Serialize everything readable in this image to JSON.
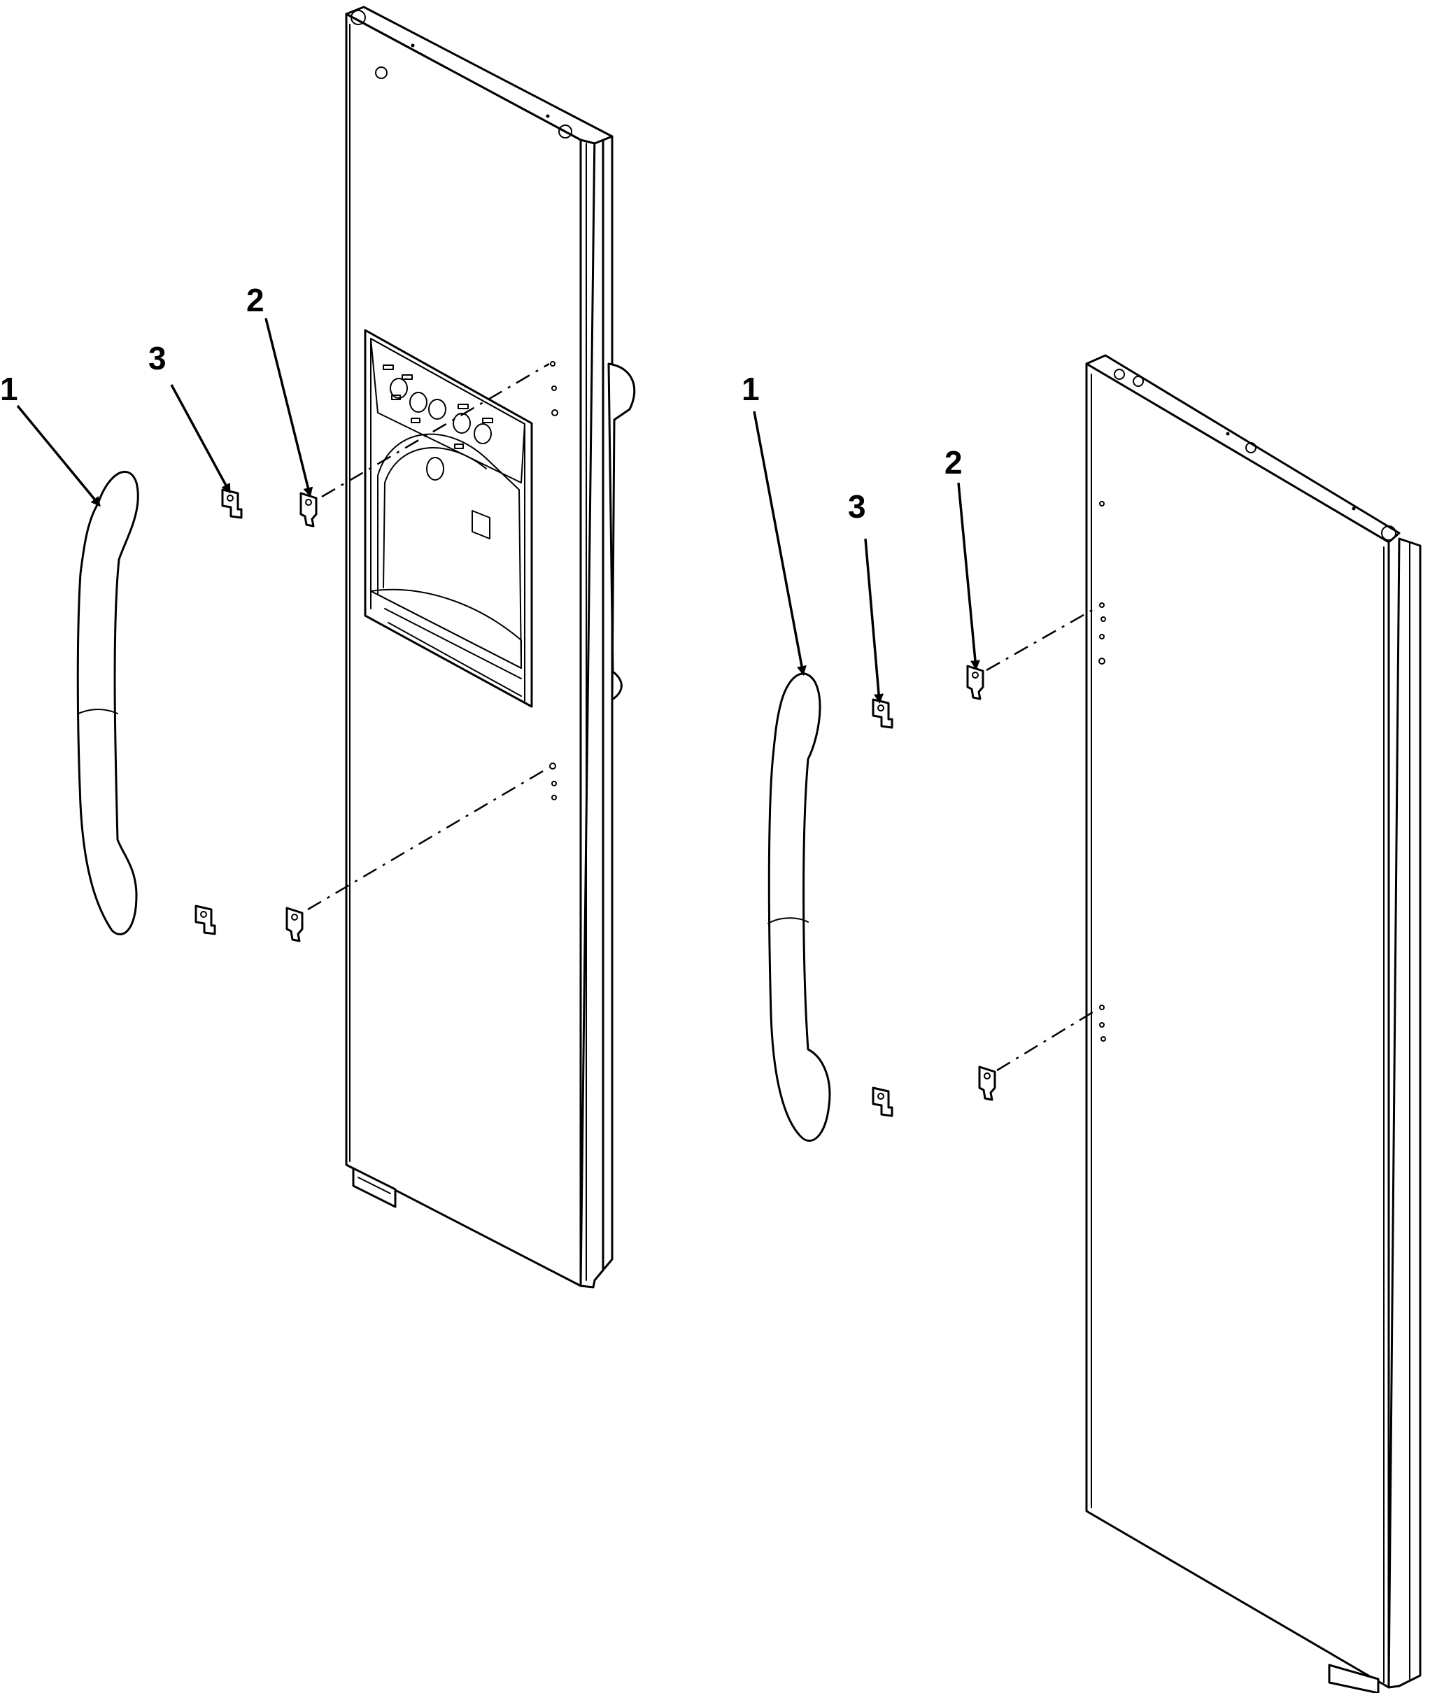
{
  "callouts": {
    "left_1": "1",
    "left_2": "2",
    "left_3": "3",
    "right_1": "1",
    "right_2": "2",
    "right_3": "3"
  }
}
